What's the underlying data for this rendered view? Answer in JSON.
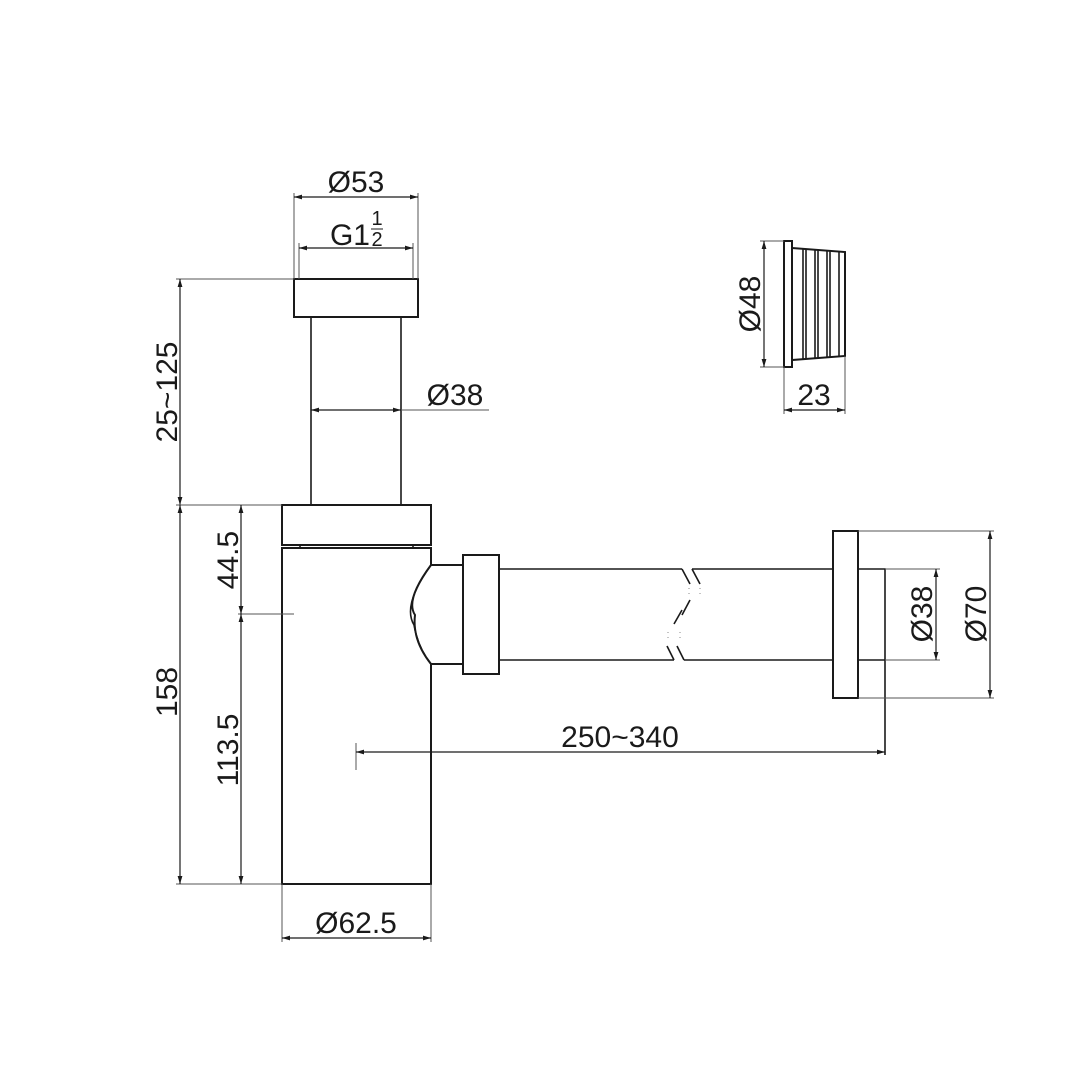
{
  "drawing": {
    "subject": "Bottle trap (siphon) technical drawing",
    "colors": {
      "line": "#1a1a1a",
      "background": "#ffffff",
      "extension": "#555555"
    }
  },
  "dimensions": {
    "top_flange_diameter": "Ø53",
    "thread_size_main": "G1",
    "thread_size_frac_num": "1",
    "thread_size_frac_den": "2",
    "riser_height_range": "25~125",
    "riser_diameter": "Ø38",
    "body_total_height": "158",
    "body_upper_section": "44.5",
    "body_lower_section": "113.5",
    "body_diameter": "Ø62.5",
    "outlet_length_range": "250~340",
    "outlet_pipe_diameter": "Ø38",
    "wall_flange_diameter": "Ø70",
    "adapter_diameter": "Ø48",
    "adapter_length": "23"
  }
}
